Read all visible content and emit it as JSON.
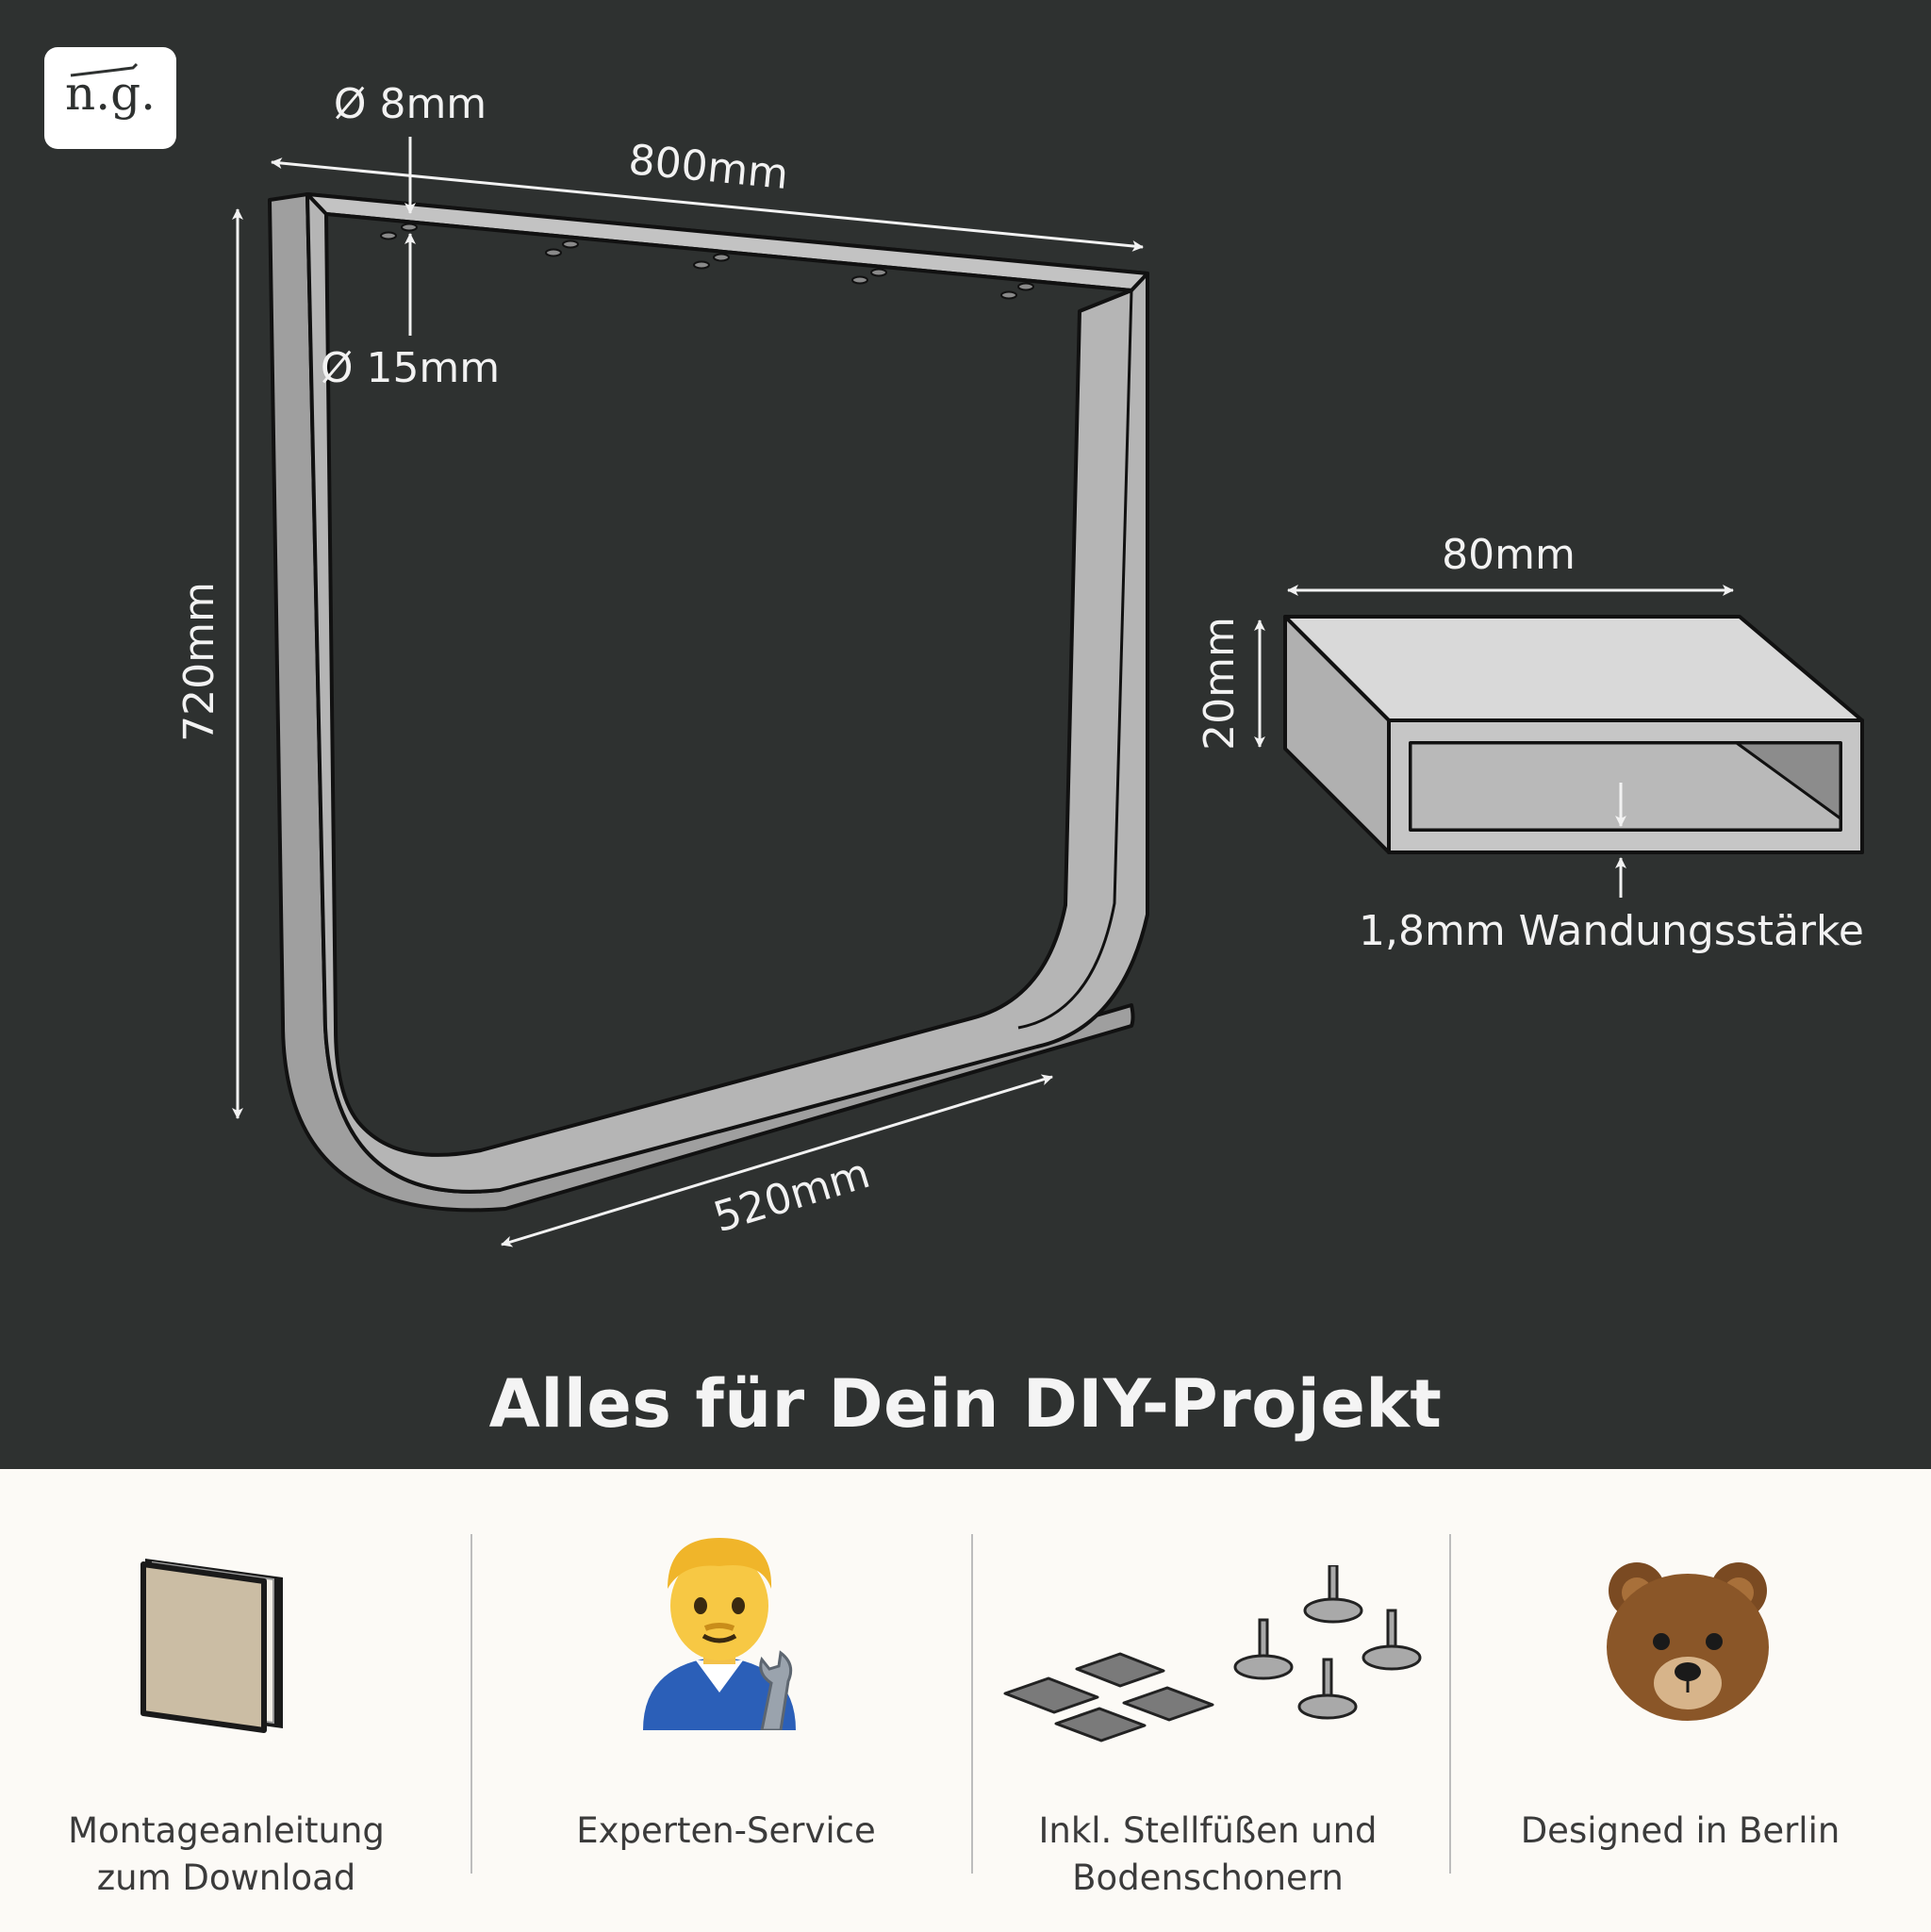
{
  "logo": {
    "text": "n.g."
  },
  "diagram": {
    "frame": {
      "hole_small": "Ø 8mm",
      "hole_large": "Ø 15mm",
      "width": "800mm",
      "height": "720mm",
      "bottom": "520mm"
    },
    "profile": {
      "width": "80mm",
      "height": "20mm",
      "wall": "1,8mm Wandungsstärke"
    }
  },
  "headline": "Alles für Dein DIY-Projekt",
  "features": [
    {
      "icon": "book-icon",
      "label": "Montageanleitung\nzum Download"
    },
    {
      "icon": "mechanic-icon",
      "label": "Experten-Service"
    },
    {
      "icon": "feet-and-pads-icon",
      "label": "Inkl. Stellfüßen und\nBodenschonern"
    },
    {
      "icon": "bear-icon",
      "label": "Designed in Berlin"
    }
  ],
  "colors": {
    "background_dark": "#2e3130",
    "background_light": "#fcfaf6",
    "metal": "#b3b3b3"
  }
}
